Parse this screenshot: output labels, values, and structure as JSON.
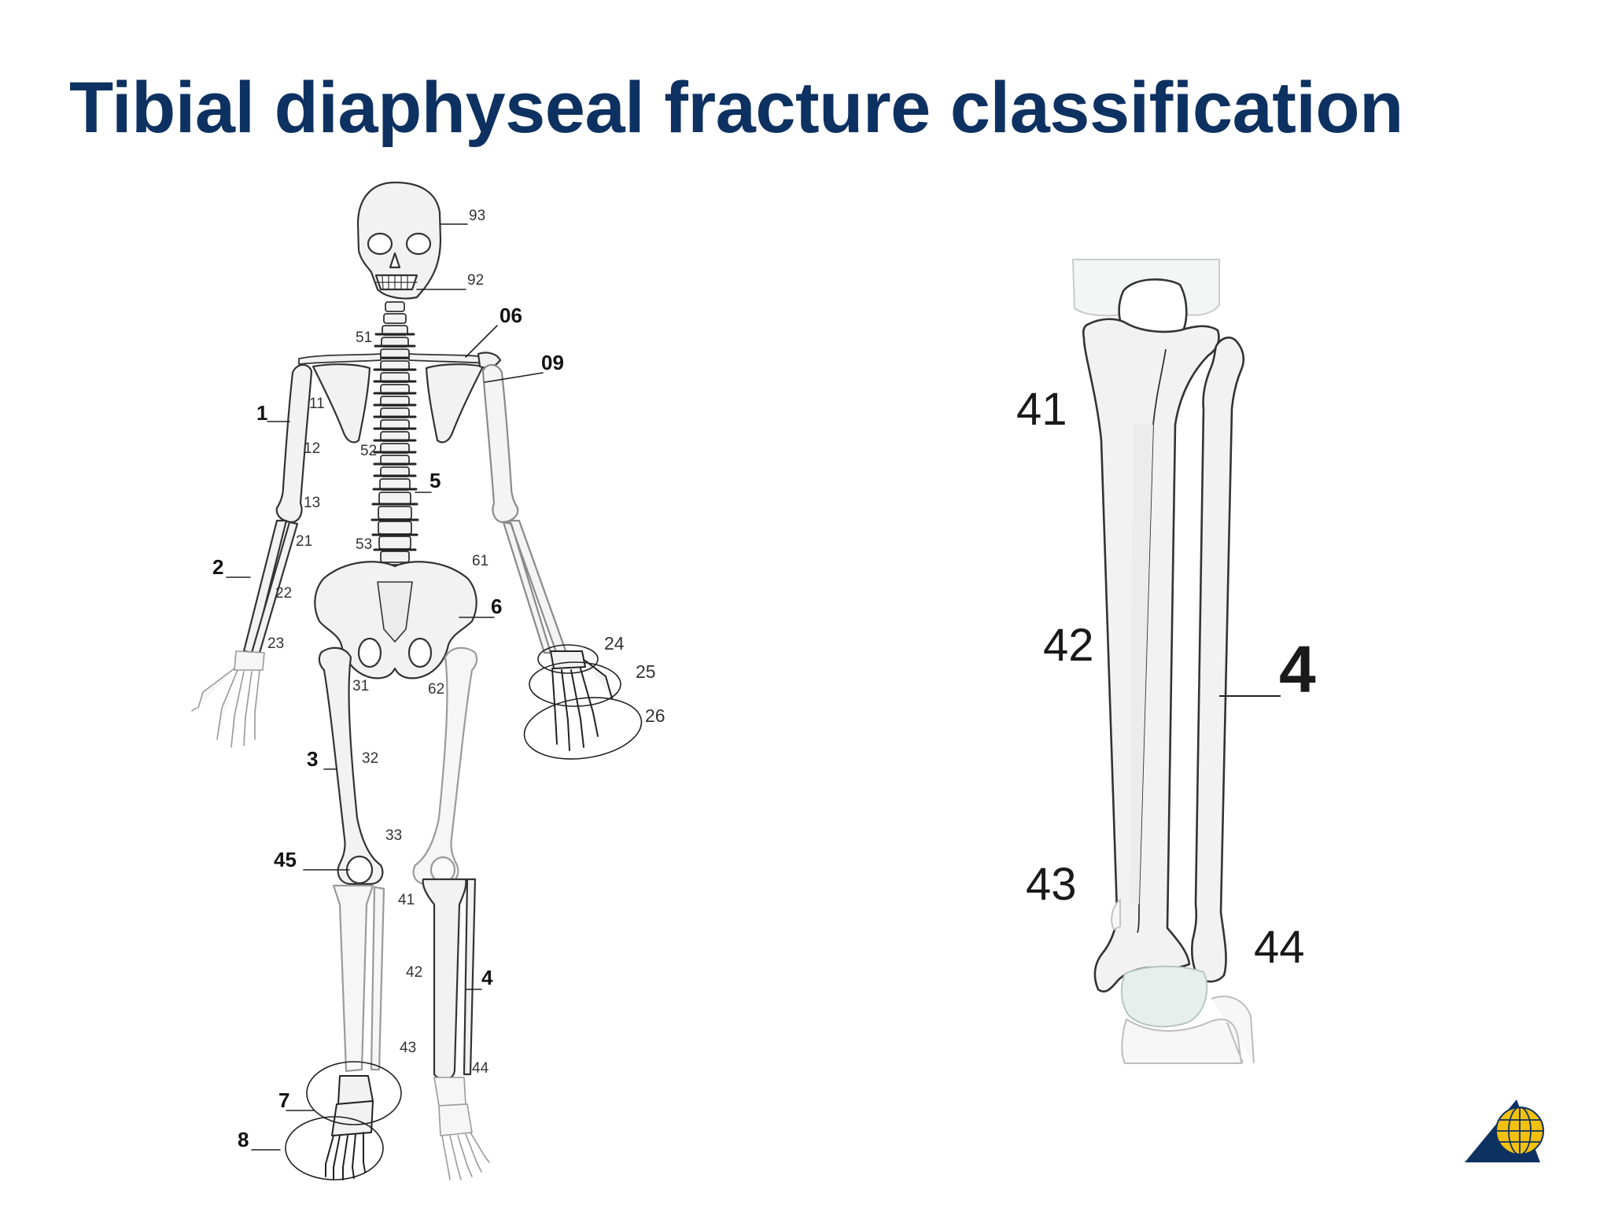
{
  "slide": {
    "title": "Tibial diaphyseal fracture classification"
  },
  "colors": {
    "title": "#0d3161",
    "bone_fill": "#f2f2f2",
    "bone_highlight": "#e6ebea",
    "outline": "#333333",
    "logo_navy": "#0d3161",
    "logo_gold": "#f2c10f"
  },
  "skeleton_labels": {
    "l93": "93",
    "l92": "92",
    "l06": "06",
    "l51": "51",
    "l09": "09",
    "l1": "1",
    "l11": "11",
    "l12": "12",
    "l52": "52",
    "l5": "5",
    "l13": "13",
    "l21": "21",
    "l53": "53",
    "l61": "61",
    "l2": "2",
    "l22": "22",
    "l6": "6",
    "l23": "23",
    "l24": "24",
    "l25": "25",
    "l31": "31",
    "l62": "62",
    "l26": "26",
    "l3": "3",
    "l32": "32",
    "l33": "33",
    "l45": "45",
    "l41": "41",
    "l42": "42",
    "l4": "4",
    "l43": "43",
    "l44": "44",
    "l7": "7",
    "l8": "8"
  },
  "leg_labels": {
    "l41": "41",
    "l42": "42",
    "l4": "4",
    "l43": "43",
    "l44": "44"
  },
  "logo_icon": "ao-globe-triangle-icon"
}
